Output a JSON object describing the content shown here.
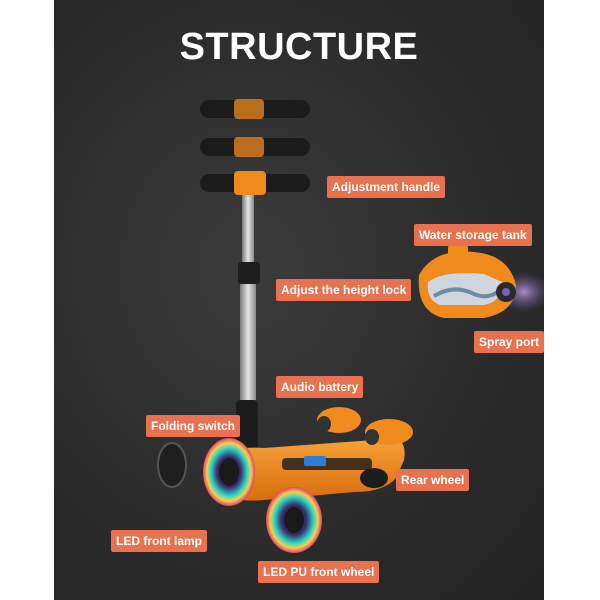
{
  "title": "STRUCTURE",
  "labels": {
    "adjustment_handle": "Adjustment  handle",
    "water_storage_tank": "Water storage tank",
    "adjust_height_lock": "Adjust the height lock",
    "spray_port": "Spray port",
    "audio_battery": "Audio battery",
    "folding_switch": "Folding switch",
    "rear_wheel": "Rear wheel",
    "led_front_lamp": "LED front lamp",
    "led_pu_front_wheel": "LED PU front wheel"
  },
  "colors": {
    "background": "#2c2c2c",
    "label": "#e8714f",
    "scooter_orange": "#f08a1c"
  }
}
